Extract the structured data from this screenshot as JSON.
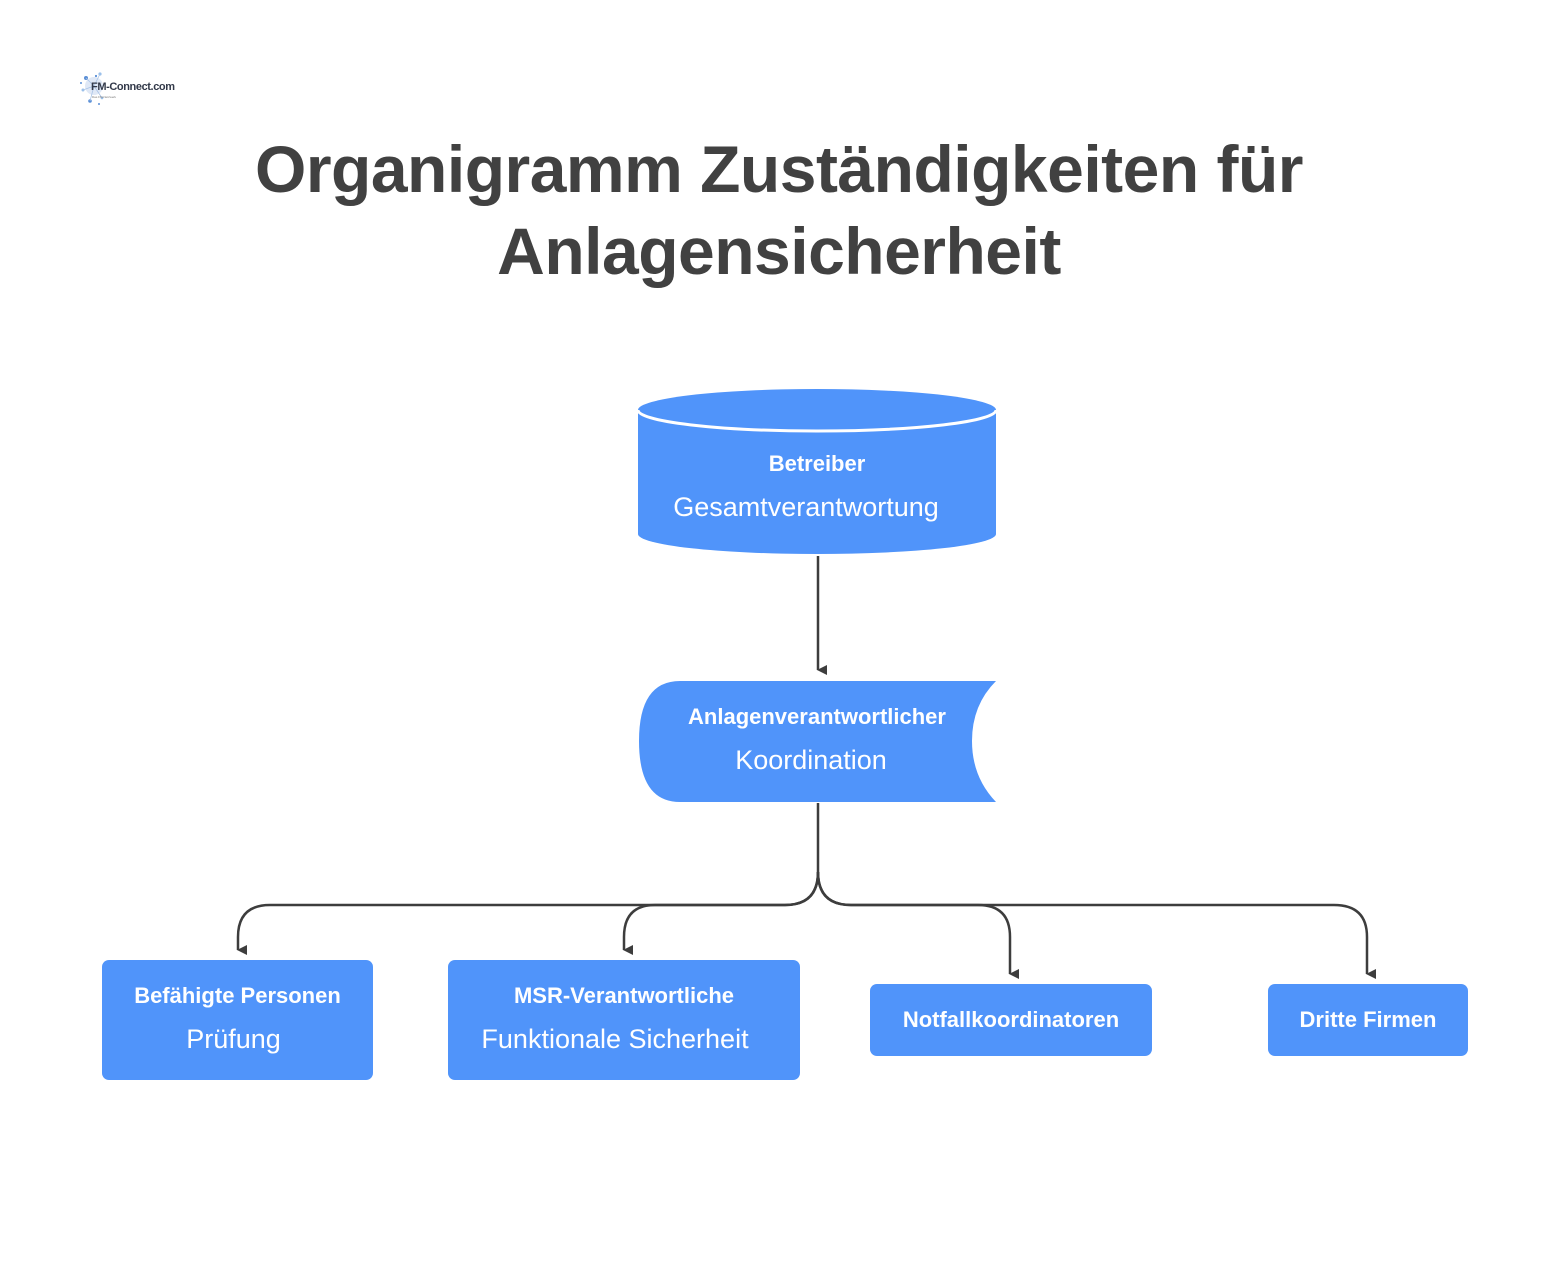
{
  "logo": {
    "text": "FM-Connect.com",
    "tagline": "Das FM-Netzwerk"
  },
  "title": {
    "line1": "Organigramm Zuständigkeiten für",
    "line2": "Anlagensicherheit"
  },
  "colors": {
    "node_fill": "#5094fa",
    "connector": "#3d3d3d",
    "title": "#414141",
    "text_on_node": "#ffffff"
  },
  "nodes": {
    "betreiber": {
      "name": "Betreiber",
      "role": "Gesamtverantwortung",
      "shape": "cylinder"
    },
    "anlagenverantwortlicher": {
      "name": "Anlagenverantwortlicher",
      "role": "Koordination",
      "shape": "stored-data"
    },
    "befaehigte": {
      "name": "Befähigte Personen",
      "role": "Prüfung",
      "shape": "rounded-rect"
    },
    "msr": {
      "name": "MSR-Verantwortliche",
      "role": "Funktionale Sicherheit",
      "shape": "rounded-rect"
    },
    "notfall": {
      "name": "Notfallkoordinatoren",
      "shape": "rounded-rect"
    },
    "dritte": {
      "name": "Dritte Firmen",
      "shape": "rounded-rect"
    }
  },
  "edges": [
    {
      "from": "betreiber",
      "to": "anlagenverantwortlicher"
    },
    {
      "from": "anlagenverantwortlicher",
      "to": "befaehigte"
    },
    {
      "from": "anlagenverantwortlicher",
      "to": "msr"
    },
    {
      "from": "anlagenverantwortlicher",
      "to": "notfall"
    },
    {
      "from": "anlagenverantwortlicher",
      "to": "dritte"
    }
  ]
}
